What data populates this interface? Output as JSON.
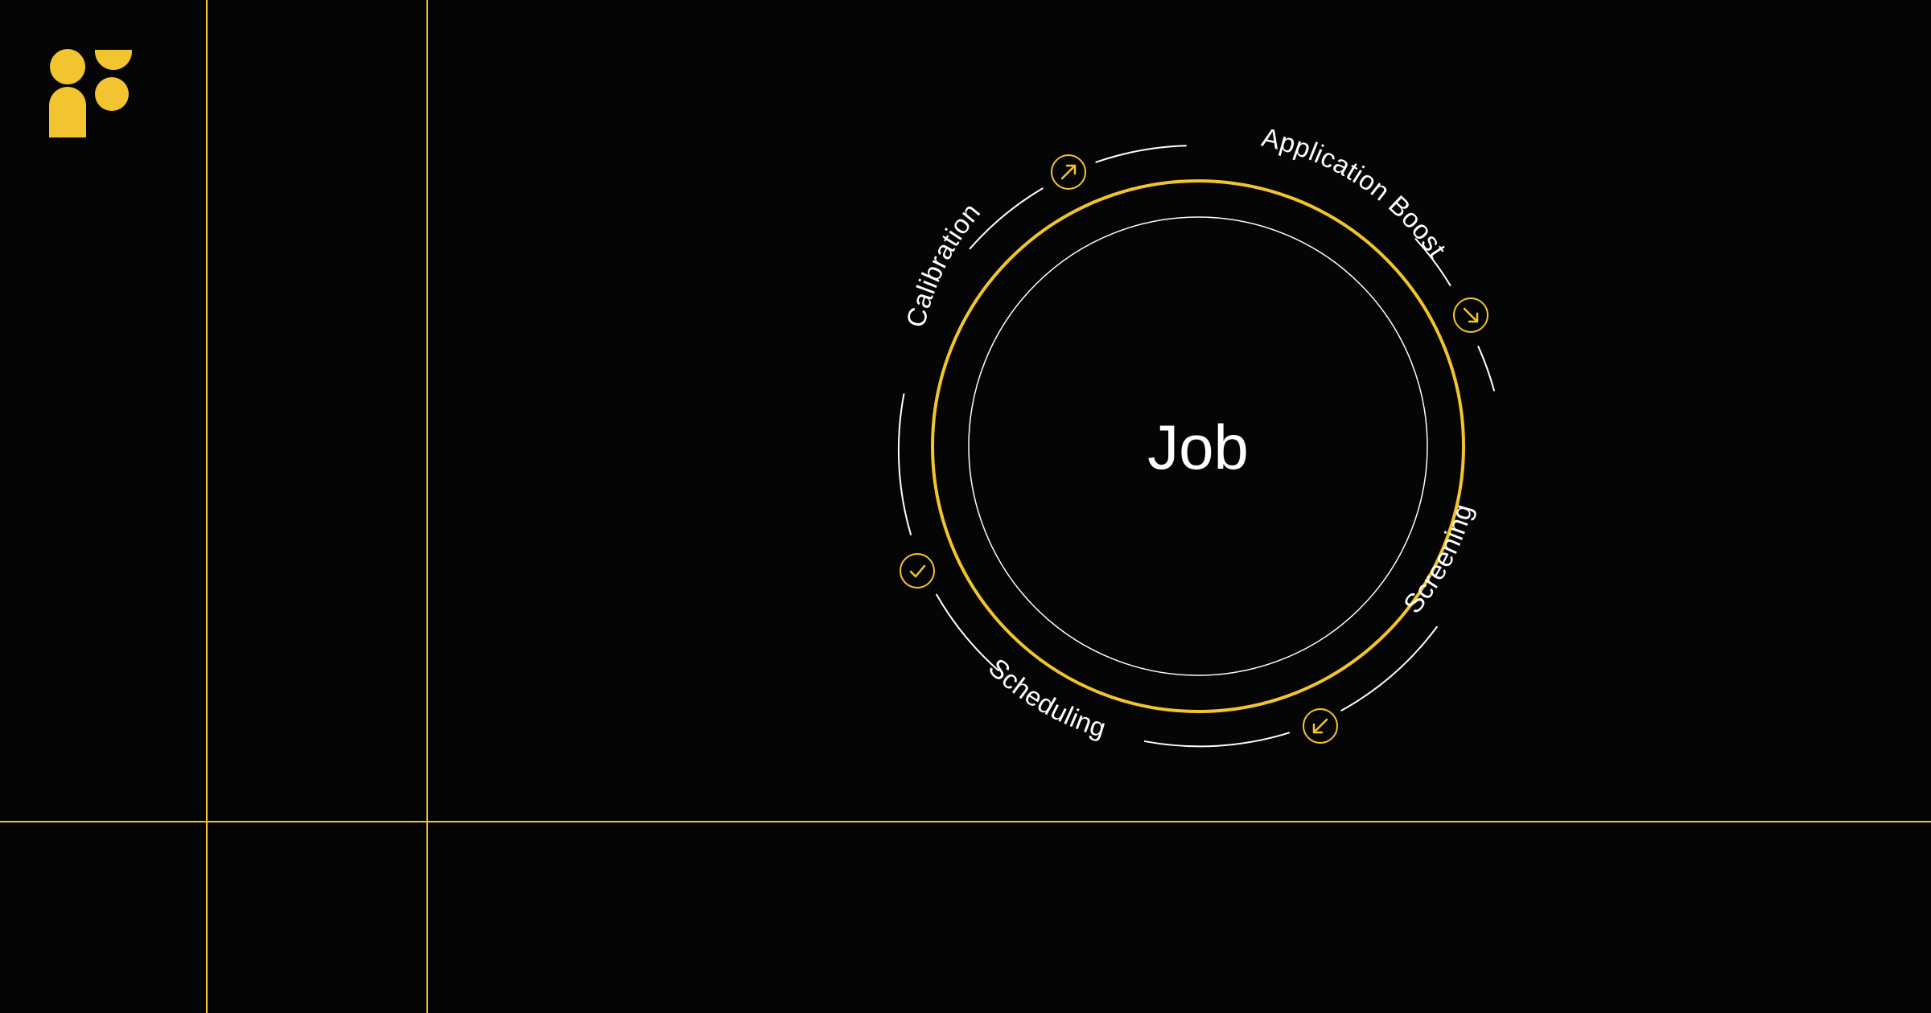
{
  "colors": {
    "background": "#050505",
    "accent": "#f2c530",
    "line": "#ffffff"
  },
  "brand": {
    "logo": "Fountain-style yellow logo mark"
  },
  "diagram": {
    "center_label": "Job",
    "stages": [
      {
        "label": "Application Boost",
        "icon": "arrow-up-right-icon"
      },
      {
        "label": "Screening",
        "icon": "arrow-down-right-icon"
      },
      {
        "label": "Scheduling",
        "icon": "arrow-down-left-icon"
      },
      {
        "label": "Calibration",
        "icon": "check-icon"
      }
    ]
  }
}
